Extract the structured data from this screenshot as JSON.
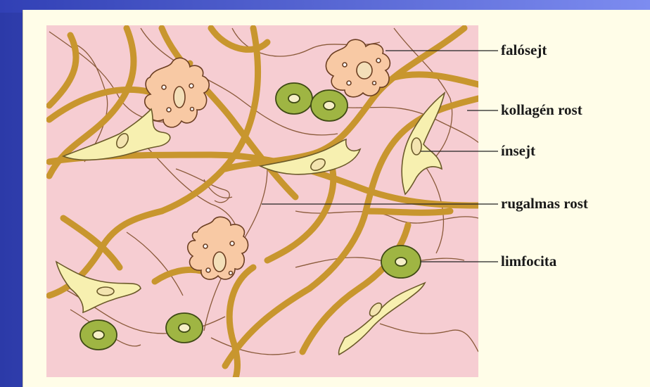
{
  "diagram": {
    "labels": {
      "phagocyte": "falósejt",
      "collagen": "kollagén rost",
      "fibroblast": "ínsejt",
      "elastic": "rugalmas rost",
      "lymphocyte": "limfocita"
    },
    "colors": {
      "background": "#f6cdd2",
      "collagen_fiber": "#c8962e",
      "elastic_fiber": "#8a5a3a",
      "phagocyte_fill": "#f8c9a4",
      "fibroblast_fill": "#f7f0b0",
      "lymphocyte_fill": "#9fb543"
    }
  }
}
